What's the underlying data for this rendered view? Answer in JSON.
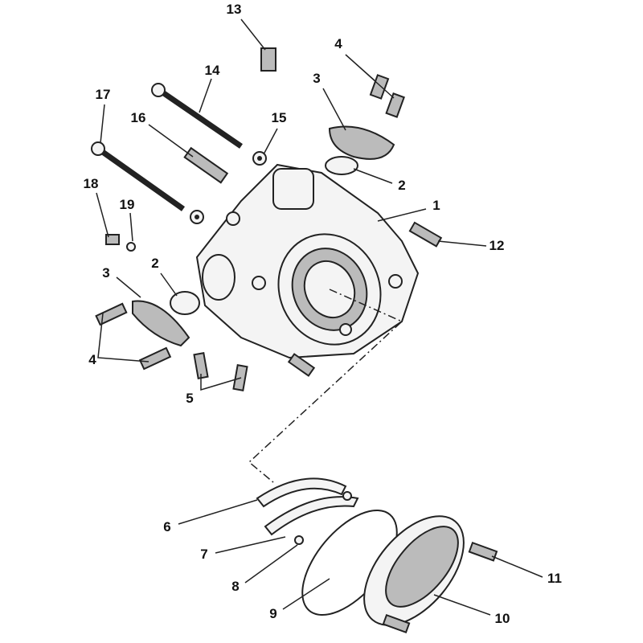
{
  "diagram": {
    "type": "exploded parts diagram",
    "callouts": [
      "13",
      "4",
      "14",
      "3",
      "17",
      "16",
      "15",
      "2",
      "18",
      "19",
      "1",
      "12",
      "3",
      "2",
      "4",
      "5",
      "6",
      "7",
      "8",
      "9",
      "10",
      "11"
    ]
  }
}
